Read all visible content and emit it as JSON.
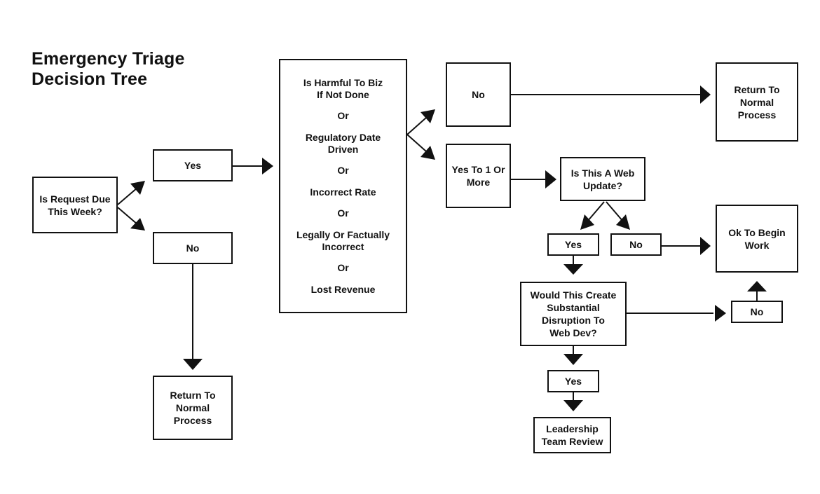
{
  "title": {
    "line1": "Emergency Triage",
    "line2": "Decision Tree"
  },
  "nodes": {
    "start": "Is Request Due\nThis Week?",
    "yes_1": "Yes",
    "no_1": "No",
    "return_1": "Return To\nNormal\nProcess",
    "criteria": {
      "items": [
        "Is Harmful To Biz\nIf Not Done",
        "Regulatory Date\nDriven",
        "Incorrect Rate",
        "Legally Or Factually\nIncorrect",
        "Lost Revenue"
      ],
      "separator": "Or"
    },
    "no_2": "No",
    "return_2": "Return To\nNormal\nProcess",
    "yes_to_one": "Yes To 1 Or\nMore",
    "web_update": "Is This A Web\nUpdate?",
    "yes_3": "Yes",
    "no_3": "No",
    "ok_begin": "Ok To Begin\nWork",
    "disruption": "Would This Create\nSubstantial\nDisruption To\nWeb Dev?",
    "no_4": "No",
    "yes_4": "Yes",
    "leadership": "Leadership\nTeam Review"
  }
}
